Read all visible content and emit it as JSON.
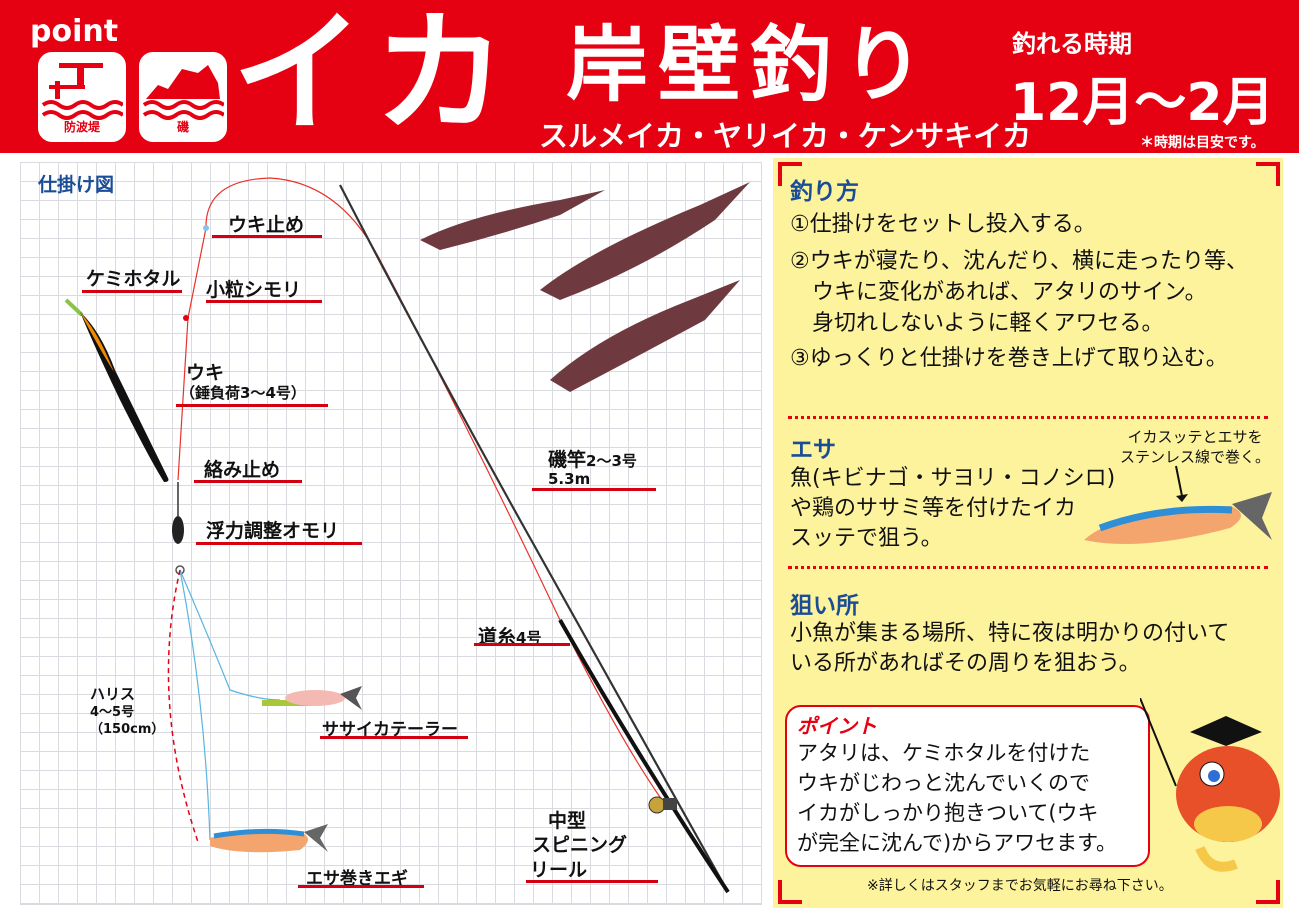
{
  "header": {
    "logo": "point",
    "spots": [
      {
        "label": "防波堤",
        "icon": "breakwater-icon"
      },
      {
        "label": "磯",
        "icon": "rocky-shore-icon"
      }
    ],
    "title_main": "イカ",
    "title_sub": "岸壁釣り",
    "species": "スルメイカ・ヤリイカ・ケンサキイカ",
    "season_label": "釣れる時期",
    "season_value": "12月～2月",
    "season_note": "＊時期は目安です。"
  },
  "diagram": {
    "title": "仕掛け図",
    "labels": {
      "uki_dome": "ウキ止め",
      "kemihotaru": "ケミホタル",
      "shimori": "小粒シモリ",
      "uki": "ウキ",
      "uki_note": "（錘負荷3～4号）",
      "karami": "絡み止め",
      "omori": "浮力調整オモリ",
      "rod": "磯竿",
      "rod_size": "2～3号",
      "rod_len": "5.3m",
      "michiito": "道糸",
      "michiito_size": "4号",
      "harisu": "ハリス",
      "harisu_size": "4～5号",
      "harisu_len": "（150cm）",
      "sasai": "ササイカテーラー",
      "egi": "エサ巻きエギ",
      "reel_1": "中型",
      "reel_2": "スピニング",
      "reel_3": "リール"
    }
  },
  "panel": {
    "method": {
      "title": "釣り方",
      "steps": [
        "①仕掛けをセットし投入する。",
        "②ウキが寝たり、沈んだり、横に走ったり等、",
        "　ウキに変化があれば、アタリのサイン。",
        "　身切れしないように軽くアワセる。",
        "③ゆっくりと仕掛けを巻き上げて取り込む。"
      ]
    },
    "bait": {
      "title": "エサ",
      "lines": [
        "魚(キビナゴ・サヨリ・コノシロ)",
        "や鶏のササミ等を付けたイカ",
        "スッテで狙う。"
      ],
      "note_1": "イカスッテとエサを",
      "note_2": "ステンレス線で巻く。"
    },
    "spot": {
      "title": "狙い所",
      "lines": [
        "小魚が集まる場所、特に夜は明かりの付いて",
        "いる所があればその周りを狙おう。"
      ]
    },
    "point": {
      "title": "ポイント",
      "lines": [
        "アタリは、ケミホタルを付けた",
        "ウキがじわっと沈んでいくので",
        "イカがしっかり抱きついて(ウキ",
        "が完全に沈んで)からアワセます。"
      ]
    },
    "footnote": "※詳しくはスタッフまでお気軽にお尋ね下さい。"
  },
  "colors": {
    "brand_red": "#e50012",
    "panel_yellow": "#fdf39c",
    "heading_blue": "#1a4d96"
  }
}
